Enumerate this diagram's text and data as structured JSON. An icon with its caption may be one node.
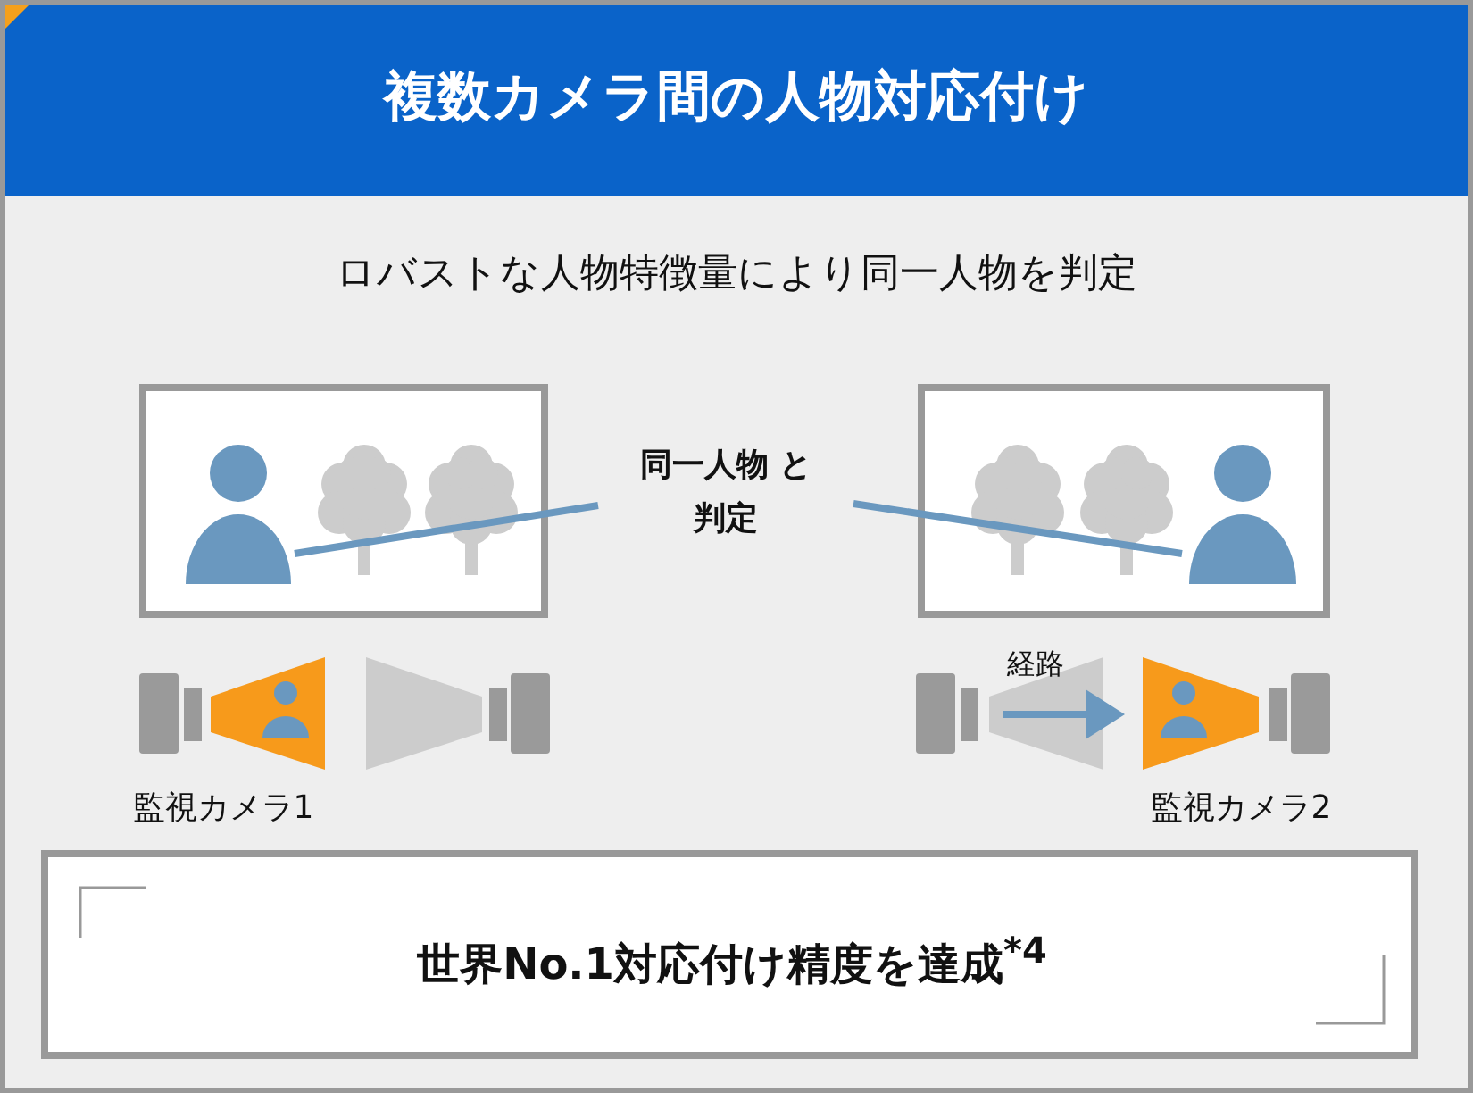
{
  "diagram": {
    "title": "複数カメラ間の人物対応付け",
    "nodes": [
      {
        "text": [],
        "shape": "box"
      },
      {
        "text": [],
        "shape": "person",
        "in": 0
      },
      {
        "text": [
          "同一人物 と判定"
        ]
      },
      {
        "text": [],
        "shape": "box"
      },
      {
        "text": [],
        "shape": "person",
        "in": 3
      },
      {
        "text": [
          "世界No.1対応付け精度を達成$^{*4}$"
        ]
      }
    ],
    "edges": [
      {
        "from": 2,
        "to": 1,
        "arrow": "none"
      },
      {
        "from": 2,
        "to": 4,
        "arrow": "none"
      }
    ],
    "labels": [
      "ロバストな人物特徴量により同一人物を判定",
      "経路",
      "監視カメラ1",
      "監視カメラ2"
    ]
  }
}
